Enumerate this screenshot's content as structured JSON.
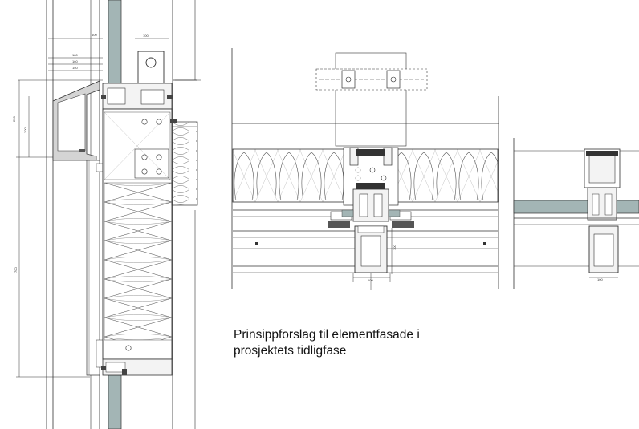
{
  "caption": {
    "line1": "Prinsippforslag til elementfasade i",
    "line2": "prosjektets tidligfase"
  },
  "dimensions": {
    "section_top_width": "400",
    "section_bracket_width": "100",
    "section_stack_1": "180",
    "section_stack_2": "160",
    "section_stack_3": "150",
    "section_vertical_outer": "250",
    "section_vertical_inner": "200",
    "section_vertical_total": "700",
    "plan_mullion_width": "100",
    "plan_mullion_depth": "100",
    "corner_mullion_width": "100"
  },
  "colors": {
    "glass": "#a3b5b5",
    "line": "#2b2b2b",
    "mullion_fill": "#f3f3f3",
    "panel_fill": "#e6e6e6"
  }
}
